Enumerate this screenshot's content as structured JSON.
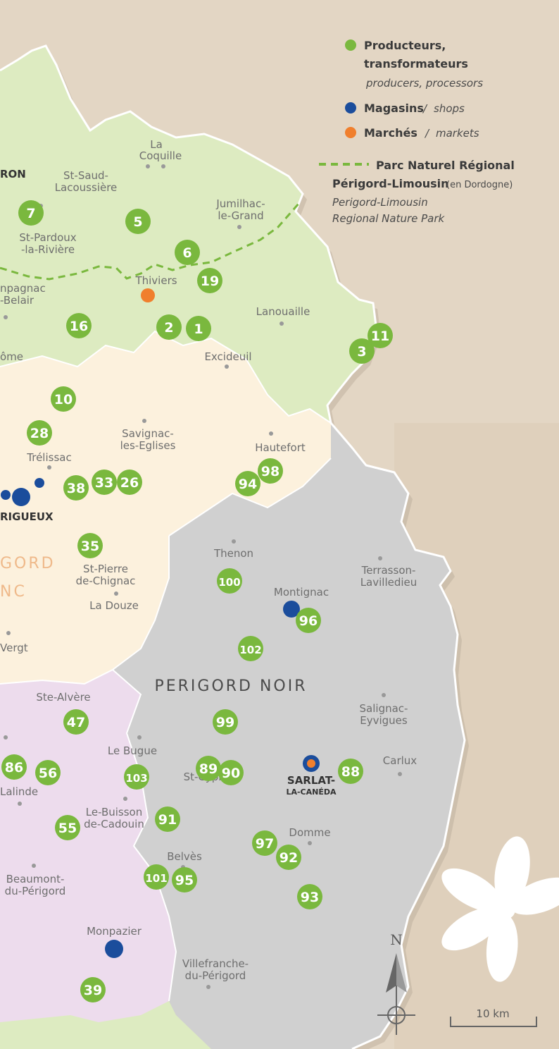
{
  "legend": {
    "producers_line1": "Producteurs,",
    "producers_line2": "transformateurs",
    "producers_en": "producers, processors",
    "shops": "Magasins",
    "shops_en": "shops",
    "markets": "Marchés",
    "markets_en": "markets",
    "separator": "/",
    "park_line1": "Parc Naturel Régional",
    "park_line2": "Périgord-Limousin",
    "park_note": "(en Dordogne)",
    "park_en1": "Perigord-Limousin",
    "park_en2": "Regional Nature Park"
  },
  "colors": {
    "green": "#7ab83e",
    "blue": "#1b4d9c",
    "orange": "#f07f2d"
  },
  "regions": {
    "noir": "PERIGORD NOIR",
    "blanc_l1": "GORD",
    "blanc_l2": "NC"
  },
  "places": {
    "ron": "RON",
    "la_coquille_1": "La",
    "la_coquille_2": "Coquille",
    "st_saud_1": "St-Saud-",
    "st_saud_2": "Lacoussière",
    "jumilhac_1": "Jumilhac-",
    "jumilhac_2": "le-Grand",
    "st_pardoux_1": "St-Pardoux",
    "st_pardoux_2": "-la-Rivière",
    "thiviers": "Thiviers",
    "champagnac_1": "npagnac",
    "champagnac_2": "-Belair",
    "lanouaille": "Lanouaille",
    "brantome": "ôme",
    "excideuil": "Excideuil",
    "savignac_1": "Savignac-",
    "savignac_2": "les-Eglises",
    "hautefort": "Hautefort",
    "trelissac": "Trélissac",
    "perigueux": "RIGUEUX",
    "thenon": "Thenon",
    "st_pierre_1": "St-Pierre",
    "st_pierre_2": "de-Chignac",
    "terrasson_1": "Terrasson-",
    "terrasson_2": "Lavilledieu",
    "montignac": "Montignac",
    "la_douze": "La Douze",
    "vergt": "Vergt",
    "ste_alvere": "Ste-Alvère",
    "salignac_1": "Salignac-",
    "salignac_2": "Eyvigues",
    "le_bugue": "Le Bugue",
    "carlux": "Carlux",
    "lalinde": "Lalinde",
    "st_cyprien": "St-Cyprien",
    "sarlat_1": "SARLAT-",
    "sarlat_2": "LA-CANÉDA",
    "le_buisson_1": "Le-Buisson",
    "le_buisson_2": "de-Cadouin",
    "domme": "Domme",
    "belves": "Belvès",
    "beaumont_1": "Beaumont-",
    "beaumont_2": "du-Périgord",
    "monpazier": "Monpazier",
    "villefranche_1": "Villefranche-",
    "villefranche_2": "du-Périgord"
  },
  "markers": [
    "7",
    "5",
    "6",
    "19",
    "16",
    "2",
    "1",
    "3",
    "11",
    "10",
    "28",
    "33",
    "26",
    "38",
    "94",
    "98",
    "35",
    "100",
    "96",
    "102",
    "47",
    "99",
    "86",
    "56",
    "103",
    "89",
    "90",
    "88",
    "55",
    "91",
    "97",
    "92",
    "101",
    "95",
    "93",
    "39"
  ],
  "compass": {
    "north": "N"
  },
  "scale": {
    "label": "10 km"
  }
}
